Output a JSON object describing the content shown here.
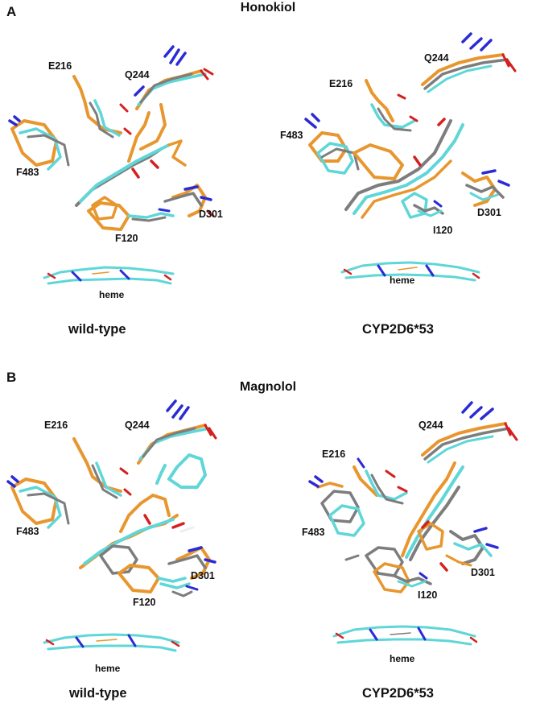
{
  "colors": {
    "orange": "#e8962e",
    "cyan": "#5fd6d8",
    "gray": "#7d7d7d",
    "blue": "#2b2bd6",
    "red": "#d42020",
    "white": "#eeeeee"
  },
  "panels": [
    {
      "letter": "A",
      "title": "Honokiol",
      "left": {
        "variant": "wild-type",
        "residues": [
          "E216",
          "Q244",
          "F483",
          "D301",
          "F120"
        ],
        "heme": "heme"
      },
      "right": {
        "variant": "CYP2D6*53",
        "residues": [
          "E216",
          "Q244",
          "F483",
          "D301",
          "I120"
        ],
        "heme": "heme"
      }
    },
    {
      "letter": "B",
      "title": "Magnolol",
      "left": {
        "variant": "wild-type",
        "residues": [
          "E216",
          "Q244",
          "F483",
          "D301",
          "F120"
        ],
        "heme": "heme"
      },
      "right": {
        "variant": "CYP2D6*53",
        "residues": [
          "E216",
          "Q244",
          "F483",
          "D301",
          "I120"
        ],
        "heme": "heme"
      }
    }
  ]
}
